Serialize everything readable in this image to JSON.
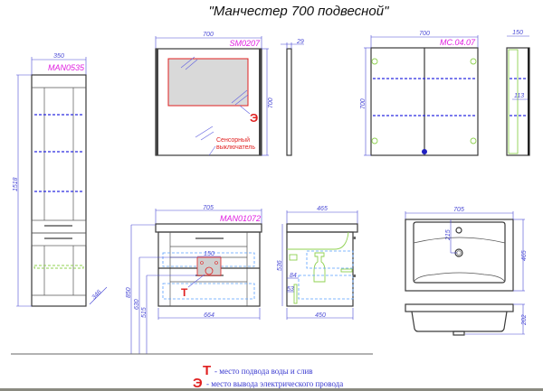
{
  "title": "\"Манчестер 700 подвесной\"",
  "tall_cabinet": {
    "code": "MAN0535",
    "width": "350",
    "height": "1518",
    "depth": "346"
  },
  "mirror": {
    "code": "SM0207",
    "width": "700",
    "height": "700",
    "depth": "29",
    "socket_mark": "Э",
    "sensor_label_1": "Сенсорный",
    "sensor_label_2": "выключатель"
  },
  "mirror_cabinet": {
    "code": "MC.04.07",
    "width": "700",
    "height": "700",
    "depth": "150",
    "shelf_depth": "113"
  },
  "vanity": {
    "code": "MAN01072",
    "top_width": "705",
    "body_width": "664",
    "height_total": "850",
    "height_630": "630",
    "height_515": "515",
    "plate_width": "150",
    "water_mark": "Т"
  },
  "vanity_side": {
    "top_depth": "465",
    "body_depth": "450",
    "height": "536",
    "dim_84": "84",
    "dim_53": "53"
  },
  "sink": {
    "width": "705",
    "depth": "465",
    "hole_offset": "215",
    "height": "202"
  },
  "legend": [
    {
      "mark": "Т",
      "text": "- место подвода воды и слив"
    },
    {
      "mark": "Э",
      "text": "-  место вывода электрического провода"
    }
  ],
  "colors": {
    "dimension": "#4b4bd6",
    "code": "#e020e0",
    "marker": "#e02020"
  }
}
